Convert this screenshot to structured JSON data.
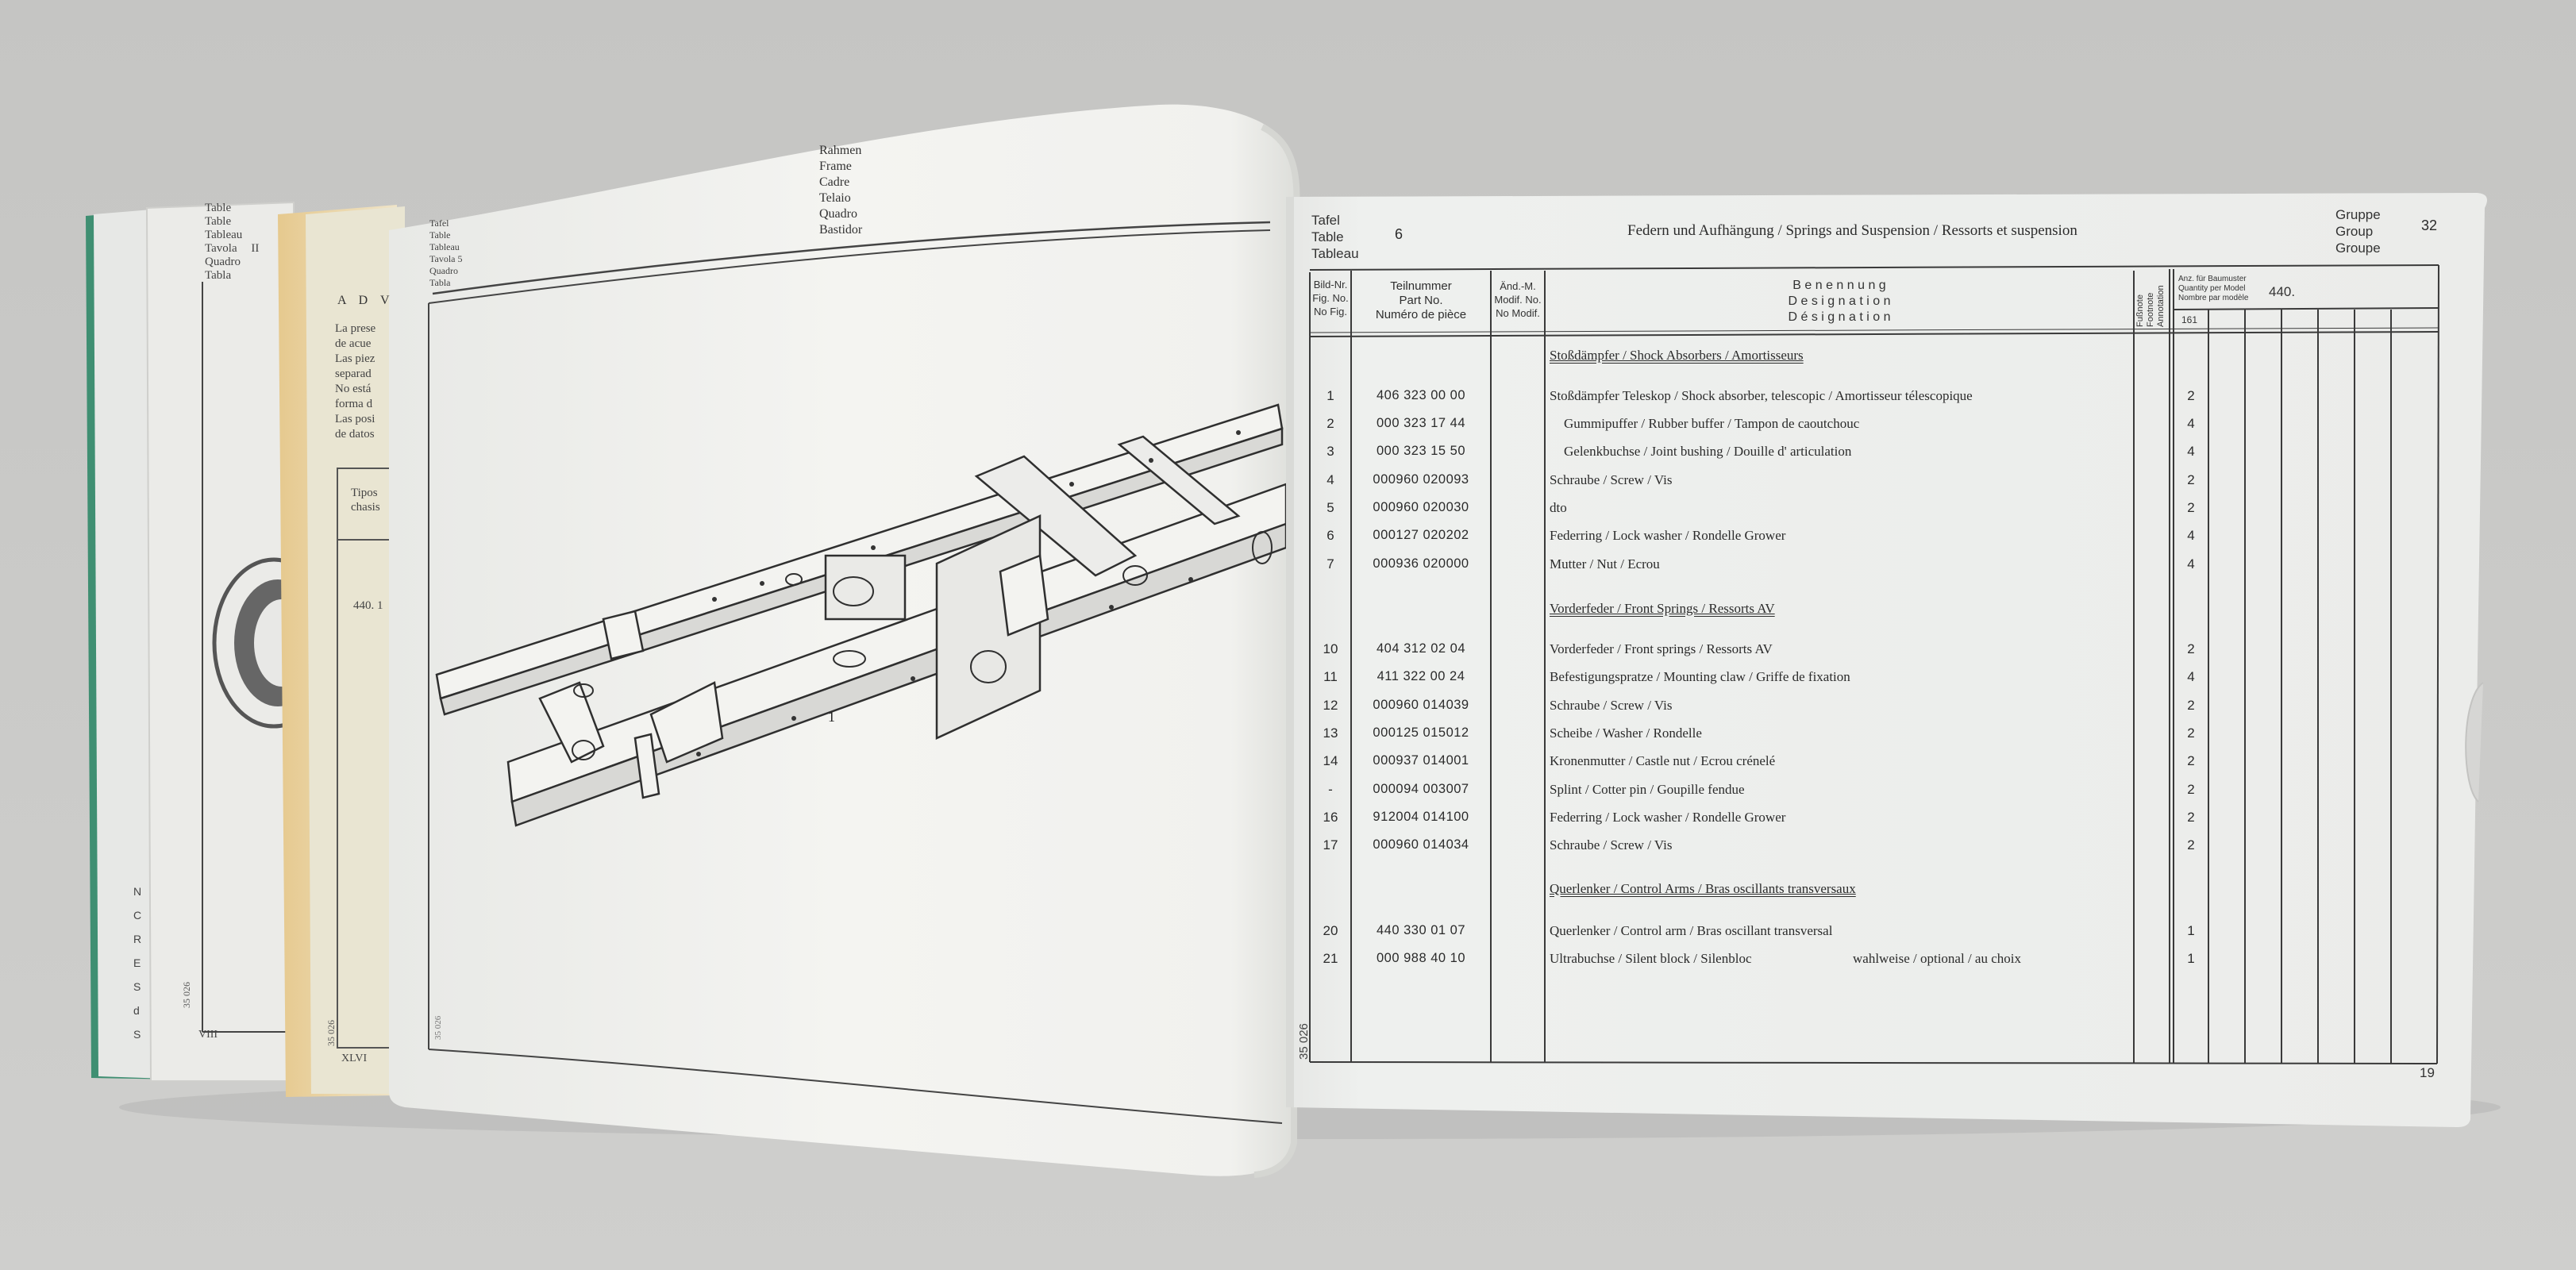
{
  "back_pages": {
    "page1": {
      "table_labels": [
        "Table",
        "Table",
        "Tableau",
        "Tavola",
        "Quadro",
        "Tabla"
      ],
      "roman": "II",
      "page_no": "VIII",
      "side_code": "35 026",
      "bottom_letters": [
        "N",
        "C",
        "R",
        "E",
        "S",
        "d",
        "S"
      ]
    },
    "page2": {
      "heading": "A D V",
      "lines": [
        "La prese",
        "de acue",
        "Las piez",
        "separad",
        "No está",
        "forma d",
        "Las posi",
        "de datos"
      ],
      "box_label": "Tipos",
      "box_label2": "chasis",
      "value": "440. 1",
      "page_no": "XLVI",
      "side_code": "35 026"
    }
  },
  "left_page": {
    "title_lines": [
      "Rahmen",
      "Frame",
      "Cadre",
      "Telaio",
      "Quadro",
      "Bastidor"
    ],
    "table_labels": [
      "Tafel",
      "Table",
      "Tableau",
      "Tavola",
      "Quadro",
      "Tabla"
    ],
    "table_no": "5",
    "figure_callout": "1",
    "side_code": "35 026"
  },
  "right_page": {
    "table_labels": [
      "Tafel",
      "Table",
      "Tableau"
    ],
    "table_no": "6",
    "title": "Federn und Aufhängung / Springs and Suspension / Ressorts et suspension",
    "group_labels": [
      "Gruppe",
      "Group",
      "Groupe"
    ],
    "group_no": "32",
    "columns": {
      "fig": [
        "Bild-Nr.",
        "Fig. No.",
        "No Fig."
      ],
      "part": [
        "Teilnummer",
        "Part No.",
        "Numéro de pièce"
      ],
      "modif": [
        "Änd.-M.",
        "Modif. No.",
        "No Modif."
      ],
      "desc": [
        "B e n e n n u n g",
        "D e s i g n a t i o n",
        "D é s i g n a t i o n"
      ],
      "foot": [
        "Fußnote",
        "Footnote",
        "Annotation"
      ],
      "qty_head": [
        "Anz. für Baumuster",
        "Quantity per Model",
        "Nombre par modèle"
      ],
      "model": "440.",
      "model_sub": "161"
    },
    "rows": [
      {
        "fig": "",
        "part": "",
        "desc": "Stoßdämpfer / Shock Absorbers / Amortisseurs",
        "qty": "",
        "section": true
      },
      {
        "fig": "1",
        "part": "406 323 00 00",
        "desc": "Stoßdämpfer Teleskop / Shock absorber, telescopic / Amortisseur télescopique",
        "qty": "2"
      },
      {
        "fig": "2",
        "part": "000 323 17 44",
        "desc": "Gummipuffer / Rubber buffer / Tampon de caoutchouc",
        "qty": "4",
        "indent": true
      },
      {
        "fig": "3",
        "part": "000 323 15 50",
        "desc": "Gelenkbuchse / Joint bushing / Douille d' articulation",
        "qty": "4",
        "indent": true
      },
      {
        "fig": "4",
        "part": "000960 020093",
        "desc": "Schraube / Screw / Vis",
        "qty": "2"
      },
      {
        "fig": "5",
        "part": "000960 020030",
        "desc": "dto",
        "qty": "2"
      },
      {
        "fig": "6",
        "part": "000127 020202",
        "desc": "Federring / Lock washer / Rondelle Grower",
        "qty": "4"
      },
      {
        "fig": "7",
        "part": "000936 020000",
        "desc": "Mutter / Nut / Ecrou",
        "qty": "4"
      },
      {
        "fig": "",
        "part": "",
        "desc": "Vorderfeder / Front Springs / Ressorts AV",
        "qty": "",
        "section": true
      },
      {
        "fig": "10",
        "part": "404 312 02 04",
        "desc": "Vorderfeder / Front springs / Ressorts AV",
        "qty": "2"
      },
      {
        "fig": "11",
        "part": "411 322 00 24",
        "desc": "Befestigungspratze / Mounting claw / Griffe de fixation",
        "qty": "4"
      },
      {
        "fig": "12",
        "part": "000960 014039",
        "desc": "Schraube / Screw / Vis",
        "qty": "2"
      },
      {
        "fig": "13",
        "part": "000125 015012",
        "desc": "Scheibe / Washer / Rondelle",
        "qty": "2"
      },
      {
        "fig": "14",
        "part": "000937 014001",
        "desc": "Kronenmutter / Castle nut / Ecrou crénelé",
        "qty": "2"
      },
      {
        "fig": "-",
        "part": "000094 003007",
        "desc": "Splint / Cotter pin / Goupille fendue",
        "qty": "2"
      },
      {
        "fig": "16",
        "part": "912004 014100",
        "desc": "Federring / Lock washer / Rondelle Grower",
        "qty": "2"
      },
      {
        "fig": "17",
        "part": "000960 014034",
        "desc": "Schraube / Screw / Vis",
        "qty": "2"
      },
      {
        "fig": "",
        "part": "",
        "desc": "Querlenker / Control Arms / Bras oscillants transversaux",
        "qty": "",
        "section": true
      },
      {
        "fig": "20",
        "part": "440 330 01 07",
        "desc": "Querlenker / Control arm / Bras oscillant transversal",
        "qty": "1"
      },
      {
        "fig": "21",
        "part": "000 988 40 10",
        "desc": "Ultrabuchse / Silent block / Silenbloc",
        "extra": "wahlweise / optional / au choix",
        "qty": "1"
      }
    ],
    "side_code": "35 026",
    "page_no": "19"
  }
}
